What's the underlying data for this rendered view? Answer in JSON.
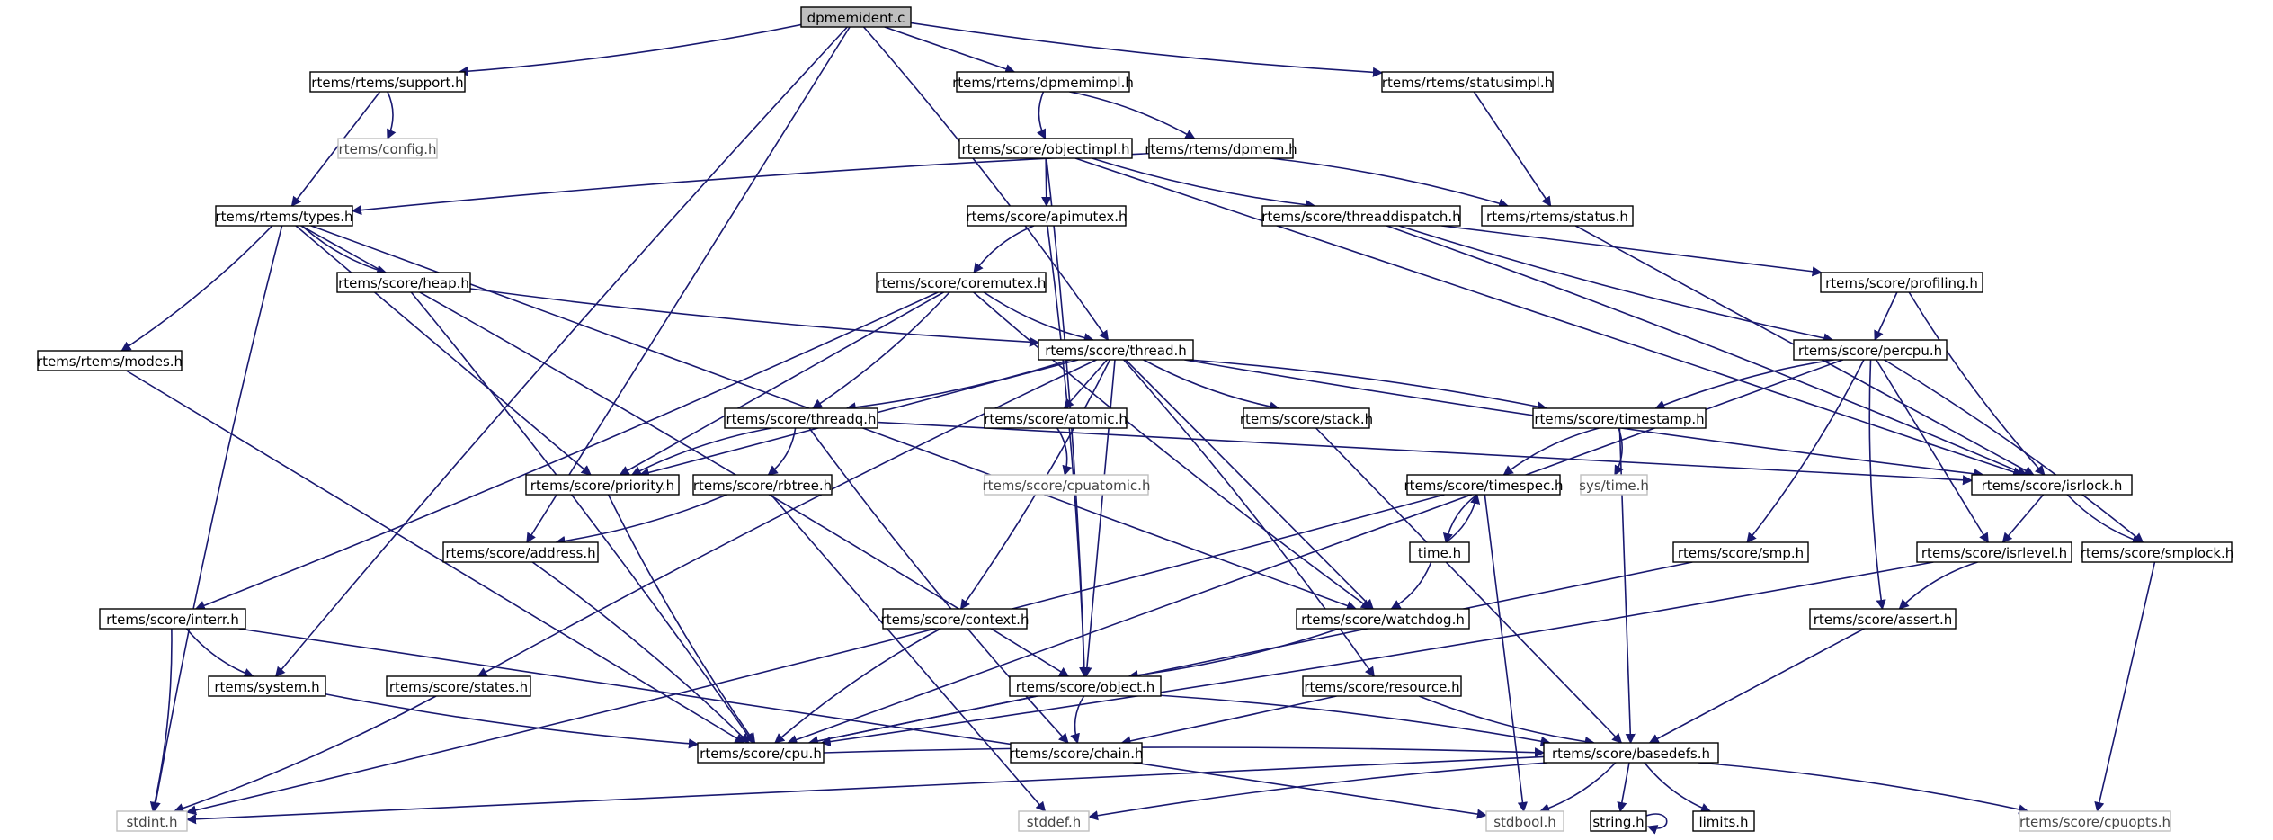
{
  "graph": {
    "root": "dpmemident.c",
    "nodes": [
      {
        "id": "dpmemident",
        "label": "dpmemident.c",
        "kind": "root"
      },
      {
        "id": "support",
        "label": "rtems/rtems/support.h",
        "kind": "header"
      },
      {
        "id": "dpmemimpl",
        "label": "rtems/rtems/dpmemimpl.h",
        "kind": "header"
      },
      {
        "id": "statusimpl",
        "label": "rtems/rtems/statusimpl.h",
        "kind": "header"
      },
      {
        "id": "config",
        "label": "rtems/config.h",
        "kind": "missing"
      },
      {
        "id": "objectimpl",
        "label": "rtems/score/objectimpl.h",
        "kind": "header"
      },
      {
        "id": "dpmem",
        "label": "rtems/rtems/dpmem.h",
        "kind": "header"
      },
      {
        "id": "types",
        "label": "rtems/rtems/types.h",
        "kind": "header"
      },
      {
        "id": "apimutex",
        "label": "rtems/score/apimutex.h",
        "kind": "header"
      },
      {
        "id": "threaddispatch",
        "label": "rtems/score/threaddispatch.h",
        "kind": "header"
      },
      {
        "id": "status",
        "label": "rtems/rtems/status.h",
        "kind": "header"
      },
      {
        "id": "heap",
        "label": "rtems/score/heap.h",
        "kind": "header"
      },
      {
        "id": "coremutex",
        "label": "rtems/score/coremutex.h",
        "kind": "header"
      },
      {
        "id": "profiling",
        "label": "rtems/score/profiling.h",
        "kind": "header"
      },
      {
        "id": "modes",
        "label": "rtems/rtems/modes.h",
        "kind": "header"
      },
      {
        "id": "thread",
        "label": "rtems/score/thread.h",
        "kind": "header"
      },
      {
        "id": "percpu",
        "label": "rtems/score/percpu.h",
        "kind": "header"
      },
      {
        "id": "threadq",
        "label": "rtems/score/threadq.h",
        "kind": "header"
      },
      {
        "id": "atomic",
        "label": "rtems/score/atomic.h",
        "kind": "header"
      },
      {
        "id": "stack",
        "label": "rtems/score/stack.h",
        "kind": "header"
      },
      {
        "id": "timestamp",
        "label": "rtems/score/timestamp.h",
        "kind": "header"
      },
      {
        "id": "priority",
        "label": "rtems/score/priority.h",
        "kind": "header"
      },
      {
        "id": "rbtree",
        "label": "rtems/score/rbtree.h",
        "kind": "header"
      },
      {
        "id": "cpuatomic",
        "label": "rtems/score/cpuatomic.h",
        "kind": "missing"
      },
      {
        "id": "timespec",
        "label": "rtems/score/timespec.h",
        "kind": "header"
      },
      {
        "id": "systime",
        "label": "sys/time.h",
        "kind": "missing"
      },
      {
        "id": "isrlock",
        "label": "rtems/score/isrlock.h",
        "kind": "header"
      },
      {
        "id": "address",
        "label": "rtems/score/address.h",
        "kind": "header"
      },
      {
        "id": "time",
        "label": "time.h",
        "kind": "header"
      },
      {
        "id": "smp",
        "label": "rtems/score/smp.h",
        "kind": "header"
      },
      {
        "id": "isrlevel",
        "label": "rtems/score/isrlevel.h",
        "kind": "header"
      },
      {
        "id": "smplock",
        "label": "rtems/score/smplock.h",
        "kind": "header"
      },
      {
        "id": "interr",
        "label": "rtems/score/interr.h",
        "kind": "header"
      },
      {
        "id": "context",
        "label": "rtems/score/context.h",
        "kind": "header"
      },
      {
        "id": "watchdog",
        "label": "rtems/score/watchdog.h",
        "kind": "header"
      },
      {
        "id": "assert",
        "label": "rtems/score/assert.h",
        "kind": "header"
      },
      {
        "id": "system",
        "label": "rtems/system.h",
        "kind": "header"
      },
      {
        "id": "states",
        "label": "rtems/score/states.h",
        "kind": "header"
      },
      {
        "id": "object",
        "label": "rtems/score/object.h",
        "kind": "header"
      },
      {
        "id": "resource",
        "label": "rtems/score/resource.h",
        "kind": "header"
      },
      {
        "id": "cpu",
        "label": "rtems/score/cpu.h",
        "kind": "header"
      },
      {
        "id": "chain",
        "label": "rtems/score/chain.h",
        "kind": "header"
      },
      {
        "id": "basedefs",
        "label": "rtems/score/basedefs.h",
        "kind": "header"
      },
      {
        "id": "stdint",
        "label": "stdint.h",
        "kind": "missing"
      },
      {
        "id": "stddef",
        "label": "stddef.h",
        "kind": "missing"
      },
      {
        "id": "stdbool",
        "label": "stdbool.h",
        "kind": "missing"
      },
      {
        "id": "string",
        "label": "string.h",
        "kind": "header"
      },
      {
        "id": "limits",
        "label": "limits.h",
        "kind": "header"
      },
      {
        "id": "cpuopts",
        "label": "rtems/score/cpuopts.h",
        "kind": "missing"
      }
    ],
    "edges": [
      [
        "dpmemident",
        "support"
      ],
      [
        "dpmemident",
        "dpmemimpl"
      ],
      [
        "dpmemident",
        "statusimpl"
      ],
      [
        "dpmemident",
        "thread"
      ],
      [
        "dpmemident",
        "address"
      ],
      [
        "dpmemident",
        "system"
      ],
      [
        "support",
        "config"
      ],
      [
        "support",
        "types"
      ],
      [
        "dpmemimpl",
        "objectimpl"
      ],
      [
        "dpmemimpl",
        "dpmem"
      ],
      [
        "statusimpl",
        "status"
      ],
      [
        "dpmem",
        "types"
      ],
      [
        "dpmem",
        "status"
      ],
      [
        "objectimpl",
        "apimutex"
      ],
      [
        "objectimpl",
        "threaddispatch"
      ],
      [
        "objectimpl",
        "object"
      ],
      [
        "objectimpl",
        "isrlock"
      ],
      [
        "types",
        "heap"
      ],
      [
        "types",
        "modes"
      ],
      [
        "types",
        "priority"
      ],
      [
        "types",
        "stdint"
      ],
      [
        "types",
        "object"
      ],
      [
        "types",
        "watchdog"
      ],
      [
        "apimutex",
        "coremutex"
      ],
      [
        "apimutex",
        "object"
      ],
      [
        "threaddispatch",
        "profiling"
      ],
      [
        "threaddispatch",
        "percpu"
      ],
      [
        "threaddispatch",
        "isrlock"
      ],
      [
        "status",
        "isrlock"
      ],
      [
        "heap",
        "thread"
      ],
      [
        "heap",
        "cpu"
      ],
      [
        "modes",
        "cpu"
      ],
      [
        "coremutex",
        "thread"
      ],
      [
        "coremutex",
        "threadq"
      ],
      [
        "coremutex",
        "priority"
      ],
      [
        "coremutex",
        "watchdog"
      ],
      [
        "coremutex",
        "interr"
      ],
      [
        "profiling",
        "percpu"
      ],
      [
        "profiling",
        "isrlock"
      ],
      [
        "thread",
        "threadq"
      ],
      [
        "thread",
        "atomic"
      ],
      [
        "thread",
        "stack"
      ],
      [
        "thread",
        "timestamp"
      ],
      [
        "thread",
        "priority"
      ],
      [
        "thread",
        "isrlock"
      ],
      [
        "thread",
        "context"
      ],
      [
        "thread",
        "object"
      ],
      [
        "thread",
        "states"
      ],
      [
        "thread",
        "resource"
      ],
      [
        "thread",
        "watchdog"
      ],
      [
        "percpu",
        "timestamp"
      ],
      [
        "percpu",
        "smp"
      ],
      [
        "percpu",
        "isrlevel"
      ],
      [
        "percpu",
        "assert"
      ],
      [
        "percpu",
        "smplock"
      ],
      [
        "percpu",
        "cpu"
      ],
      [
        "threadq",
        "priority"
      ],
      [
        "threadq",
        "rbtree"
      ],
      [
        "threadq",
        "isrlock"
      ],
      [
        "threadq",
        "chain"
      ],
      [
        "atomic",
        "cpuatomic"
      ],
      [
        "stack",
        "basedefs"
      ],
      [
        "timestamp",
        "timespec"
      ],
      [
        "timestamp",
        "systime"
      ],
      [
        "timestamp",
        "basedefs"
      ],
      [
        "priority",
        "cpu"
      ],
      [
        "rbtree",
        "address"
      ],
      [
        "rbtree",
        "stddef"
      ],
      [
        "timespec",
        "time"
      ],
      [
        "timespec",
        "stdint"
      ],
      [
        "timespec",
        "stdbool"
      ],
      [
        "time",
        "timespec"
      ],
      [
        "time",
        "watchdog"
      ],
      [
        "isrlock",
        "isrlevel"
      ],
      [
        "isrlock",
        "smplock"
      ],
      [
        "address",
        "cpu"
      ],
      [
        "smp",
        "cpu"
      ],
      [
        "isrlevel",
        "assert"
      ],
      [
        "isrlevel",
        "cpu"
      ],
      [
        "smplock",
        "cpuopts"
      ],
      [
        "interr",
        "system"
      ],
      [
        "interr",
        "stdint"
      ],
      [
        "interr",
        "stdbool"
      ],
      [
        "context",
        "cpu"
      ],
      [
        "watchdog",
        "object"
      ],
      [
        "assert",
        "basedefs"
      ],
      [
        "system",
        "cpu"
      ],
      [
        "states",
        "stdint"
      ],
      [
        "object",
        "cpu"
      ],
      [
        "object",
        "chain"
      ],
      [
        "object",
        "basedefs"
      ],
      [
        "resource",
        "chain"
      ],
      [
        "resource",
        "basedefs"
      ],
      [
        "cpu",
        "basedefs"
      ],
      [
        "basedefs",
        "stdint"
      ],
      [
        "basedefs",
        "stddef"
      ],
      [
        "basedefs",
        "stdbool"
      ],
      [
        "basedefs",
        "string"
      ],
      [
        "basedefs",
        "limits"
      ],
      [
        "basedefs",
        "cpuopts"
      ],
      [
        "string",
        "string"
      ]
    ]
  }
}
